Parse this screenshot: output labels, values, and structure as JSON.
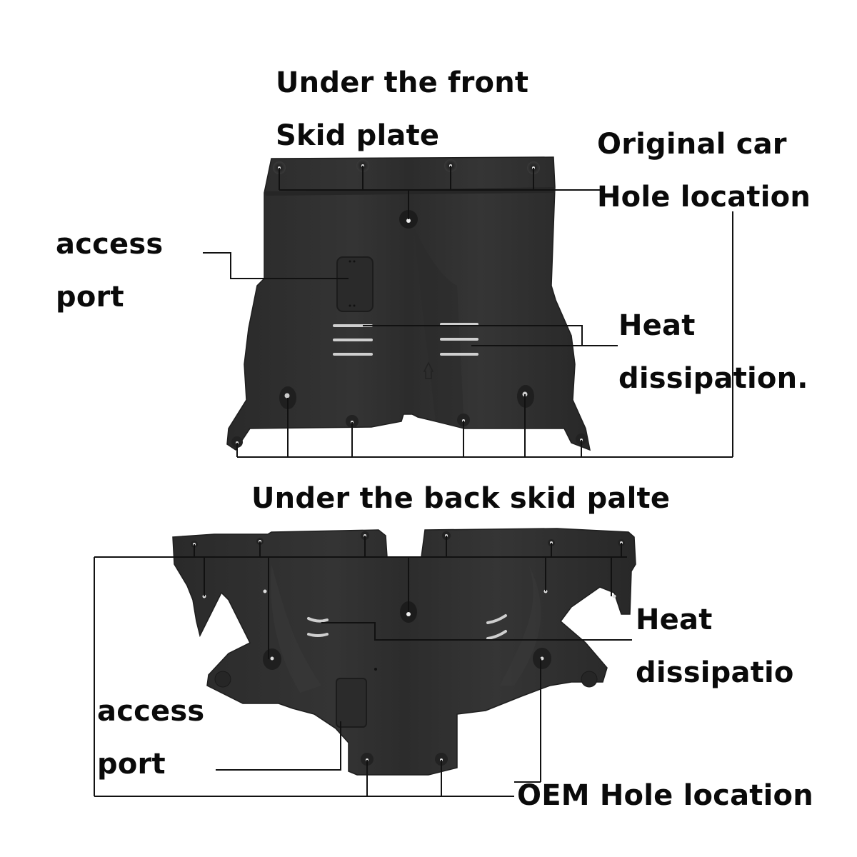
{
  "diagram": {
    "background": "#ffffff",
    "plate_color": "#2f2f2f",
    "plate_shade": "#262626",
    "plate_highlight": "#3c3c3c",
    "line_color": "#111111",
    "vent_color": "#cfcfcf"
  },
  "front_plate": {
    "title_line1": "Under the front",
    "title_line2": "Skid plate",
    "labels": {
      "hole_location_line1": "Original car",
      "hole_location_line2": "Hole location",
      "access_port_line1": "access",
      "access_port_line2": "port",
      "heat_line1": "Heat",
      "heat_line2": "dissipation."
    }
  },
  "back_plate": {
    "title": "Under the back skid palte",
    "labels": {
      "heat_line1": "Heat",
      "heat_line2": "dissipatio",
      "access_port_line1": "access",
      "access_port_line2": "port",
      "oem_hole_location": "OEM Hole location"
    }
  }
}
